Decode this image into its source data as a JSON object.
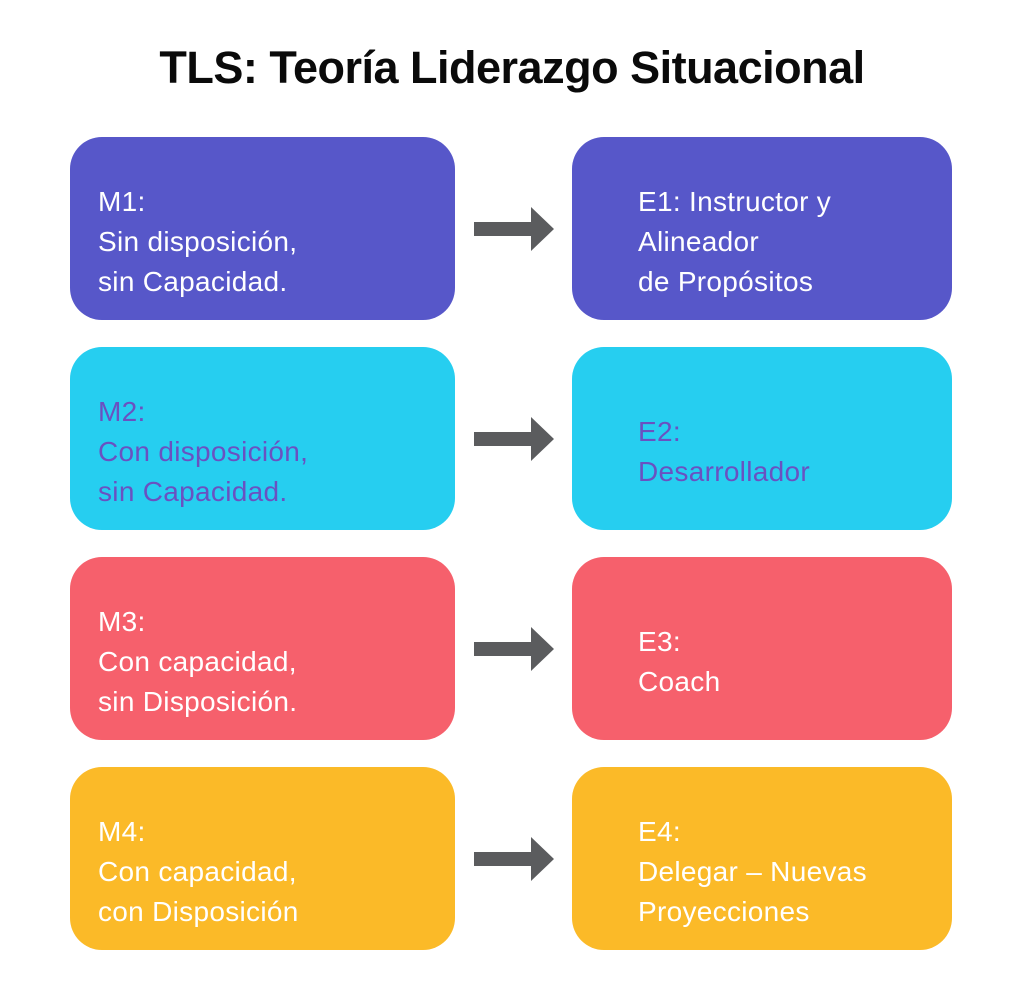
{
  "title": "TLS: Teoría Liderazgo Situacional",
  "diagram": {
    "background": "#ffffff",
    "title_color": "#0a0a0a",
    "arrow_color": "#5b5c5e",
    "rows": [
      {
        "name": "maturity-level-1",
        "box_color": "#5757c9",
        "text_color": "#ffffff",
        "left": {
          "lines": [
            "M1:",
            "Sin disposición,",
            "sin Capacidad."
          ]
        },
        "right": {
          "lines": [
            "E1: Instructor y",
            "Alineador",
            "de Propósitos"
          ]
        }
      },
      {
        "name": "maturity-level-2",
        "box_color": "#26cef0",
        "text_color": "#6a51c1",
        "left": {
          "lines": [
            "M2:",
            "Con disposición,",
            "sin Capacidad."
          ]
        },
        "right": {
          "lines": [
            "E2:",
            "Desarrollador"
          ]
        }
      },
      {
        "name": "maturity-level-3",
        "box_color": "#f6606c",
        "text_color": "#ffffff",
        "left": {
          "lines": [
            "M3:",
            "Con capacidad,",
            "sin Disposición."
          ]
        },
        "right": {
          "lines": [
            "E3:",
            "Coach"
          ]
        }
      },
      {
        "name": "maturity-level-4",
        "box_color": "#fbba28",
        "text_color": "#ffffff",
        "left": {
          "lines": [
            "M4:",
            "Con capacidad,",
            "con Disposición"
          ]
        },
        "right": {
          "lines": [
            "E4:",
            "Delegar – Nuevas",
            "Proyecciones"
          ]
        }
      }
    ]
  }
}
